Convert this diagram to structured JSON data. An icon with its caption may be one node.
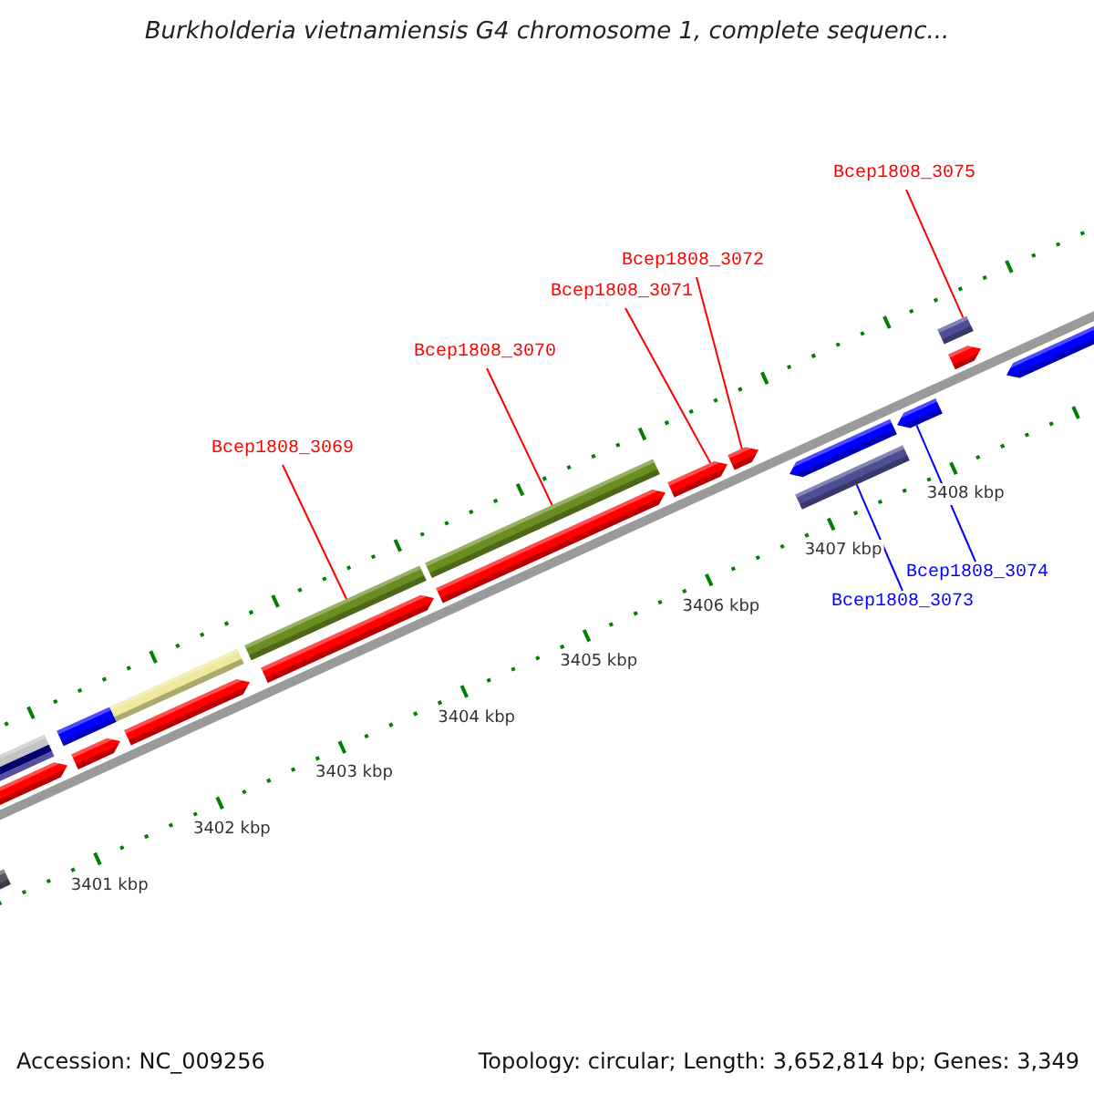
{
  "diagram": {
    "title": "Burkholderia vietnamiensis G4 chromosome 1, complete sequenc...",
    "nodes": [
      {
        "text": [
          "Bcep1808_3069"
        ]
      },
      {
        "text": [
          "Bcep1808_3070"
        ]
      },
      {
        "text": [
          "Bcep1808_3071"
        ]
      },
      {
        "text": [
          "Bcep1808_3072"
        ]
      },
      {
        "text": [
          "Bcep1808_3075"
        ]
      },
      {
        "text": [
          "Bcep1808_3073"
        ]
      },
      {
        "text": [
          "Bcep1808_3074"
        ]
      },
      {
        "text": [],
        "shape": "bar"
      },
      {
        "text": [],
        "shape": "bar"
      },
      {
        "text": [],
        "shape": "bar"
      },
      {
        "text": [],
        "shape": "bar"
      },
      {
        "text": [],
        "shape": "bar"
      },
      {
        "text": [],
        "shape": "bar"
      },
      {
        "text": [],
        "shape": "bar"
      },
      {
        "text": [],
        "shape": "bar"
      },
      {
        "text": [],
        "shape": "bar"
      },
      {
        "text": [],
        "shape": "bar"
      },
      {
        "text": [],
        "shape": "bar"
      },
      {
        "text": [],
        "shape": "bar"
      },
      {
        "text": [],
        "shape": "bar"
      },
      {
        "text": [],
        "shape": "bar"
      },
      {
        "text": [],
        "shape": "bar"
      },
      {
        "text": [],
        "shape": "bar"
      },
      {
        "text": [],
        "shape": "bar"
      },
      {
        "text": [],
        "shape": "bar"
      },
      {
        "text": [],
        "shape": "bar"
      }
    ],
    "edges": [
      {
        "from": 0,
        "to": 14,
        "arrow": "none"
      },
      {
        "from": 1,
        "to": 16,
        "arrow": "none"
      },
      {
        "from": 2,
        "to": 18,
        "arrow": "none"
      },
      {
        "from": 3,
        "to": 19,
        "arrow": "none"
      },
      {
        "from": 4,
        "to": 23,
        "arrow": "none"
      },
      {
        "from": 5,
        "to": 21,
        "arrow": "none",
        "color": "#0000ff"
      },
      {
        "from": 6,
        "to": 22,
        "arrow": "none",
        "color": "#0000ff"
      }
    ],
    "labels": [
      "3401 kbp",
      "3402 kbp",
      "3403 kbp",
      "3404 kbp",
      "3405 kbp",
      "3406 kbp",
      "3407 kbp",
      "3408 kbp",
      "Accession: NC_009256",
      "Topology: circular; Length: 3,652,814 bp; Genes: 3,349"
    ]
  }
}
